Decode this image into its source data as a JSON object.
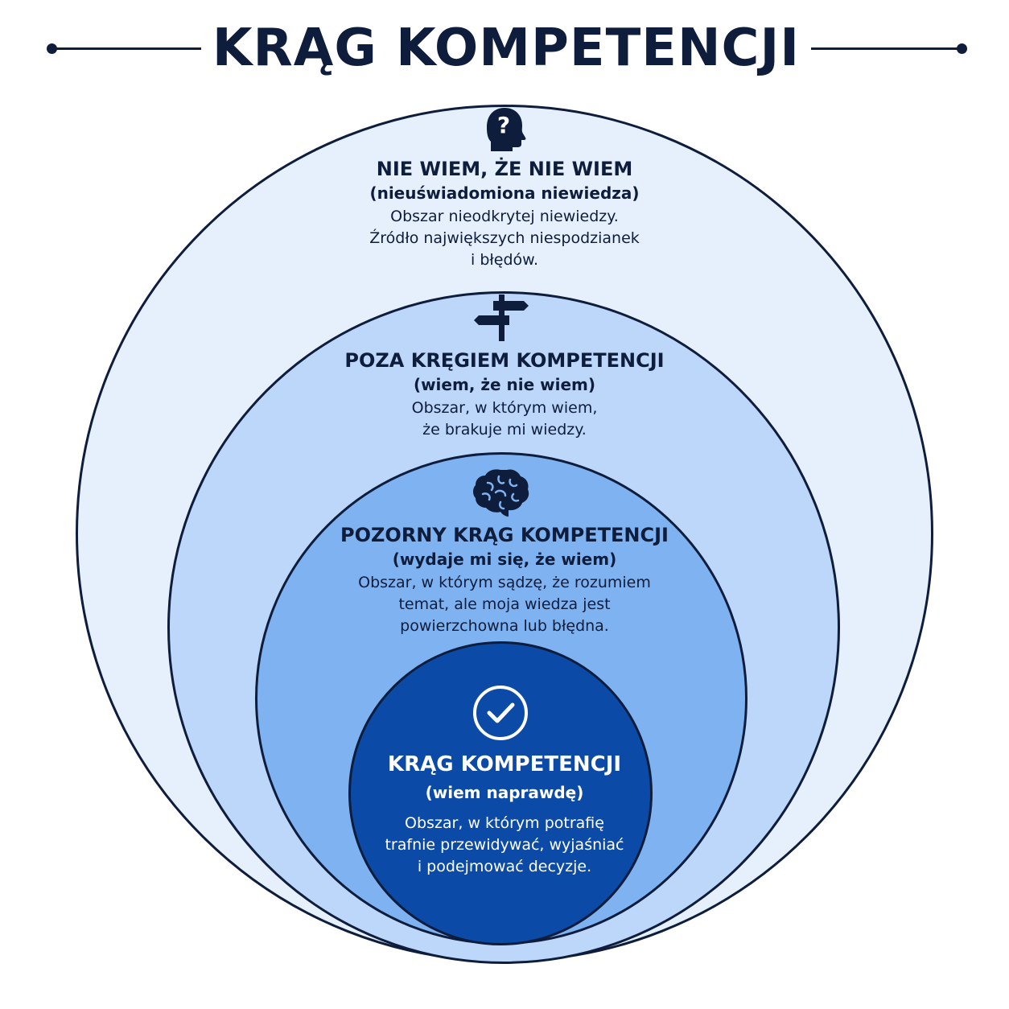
{
  "title": "KRĄG KOMPETENCJI",
  "rings": [
    {
      "icon": "head-question-icon",
      "heading": "NIE WIEM, ŻE NIE WIEM",
      "subheading": "(nieuświadomiona niewiedza)",
      "description": [
        "Obszar nieodkrytej niewiedzy.",
        "Źródło największych niespodzianek",
        "i błędów."
      ],
      "color": "#e6f0fc"
    },
    {
      "icon": "signpost-icon",
      "heading": "POZA KRĘGIEM KOMPETENCJI",
      "subheading": "(wiem, że nie wiem)",
      "description": [
        "Obszar, w którym wiem,",
        "że brakuje mi wiedzy."
      ],
      "color": "#bcd7fa"
    },
    {
      "icon": "brain-icon",
      "heading": "POZORNY KRĄG KOMPETENCJI",
      "subheading": "(wydaje mi się, że wiem)",
      "description": [
        "Obszar, w którym sądzę, że rozumiem",
        "temat, ale moja wiedza jest",
        "powierzchowna lub błędna."
      ],
      "color": "#7fb2f1"
    },
    {
      "icon": "check-circle-icon",
      "heading": "KRĄG KOMPETENCJI",
      "subheading": "(wiem naprawdę)",
      "description": [
        "Obszar, w którym potrafię",
        "trafnie przewidywać, wyjaśniać",
        "i podejmować decyzje."
      ],
      "color": "#0b4aa6"
    }
  ]
}
